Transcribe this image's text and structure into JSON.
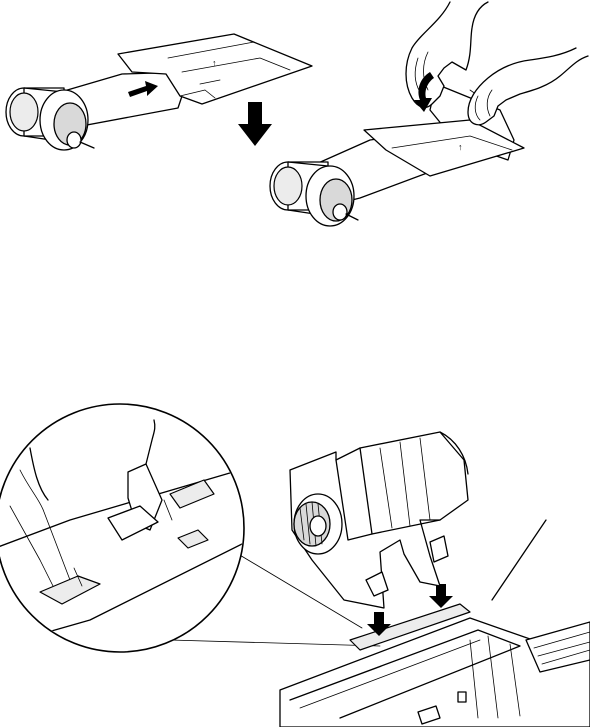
{
  "figure": {
    "panels": [
      "attach-paper-step",
      "roll-paper-step",
      "mount-spindle-step"
    ],
    "icons": [
      "down-arrow-icon",
      "feed-arrow-icon",
      "rotate-arrow-icon",
      "insert-arrow-icon"
    ],
    "colors": {
      "line": "#000000",
      "shade": "#d9d9d9",
      "background": "#ffffff"
    }
  }
}
